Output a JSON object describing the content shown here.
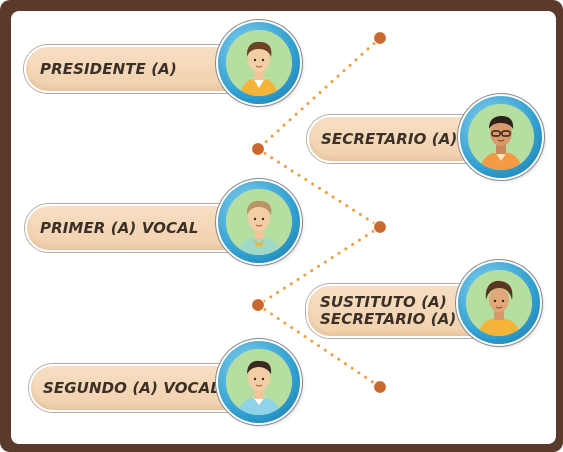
{
  "roles": {
    "presidente": "PRESIDENTE (A)",
    "secretario": "SECRETARIO (A)",
    "primer_vocal": "PRIMER (A) VOCAL",
    "sustituto_line1": "SUSTITUTO (A)",
    "sustituto_line2": "SECRETARIO (A)",
    "segundo_vocal": "SEGUNDO (A) VOCAL"
  },
  "icons": {
    "portrait_presidente": "person-portrait-icon",
    "portrait_secretario": "person-portrait-icon",
    "portrait_primer_vocal": "person-portrait-icon",
    "portrait_sustituto": "person-portrait-icon",
    "portrait_segundo_vocal": "person-portrait-icon"
  },
  "colors": {
    "frame": "#5a3b2b",
    "label_background": "#f3d6b8",
    "connector_dots": "#f0a040",
    "connector_nodes": "#c9692e",
    "portrait_ring": "#2e9ed0"
  }
}
